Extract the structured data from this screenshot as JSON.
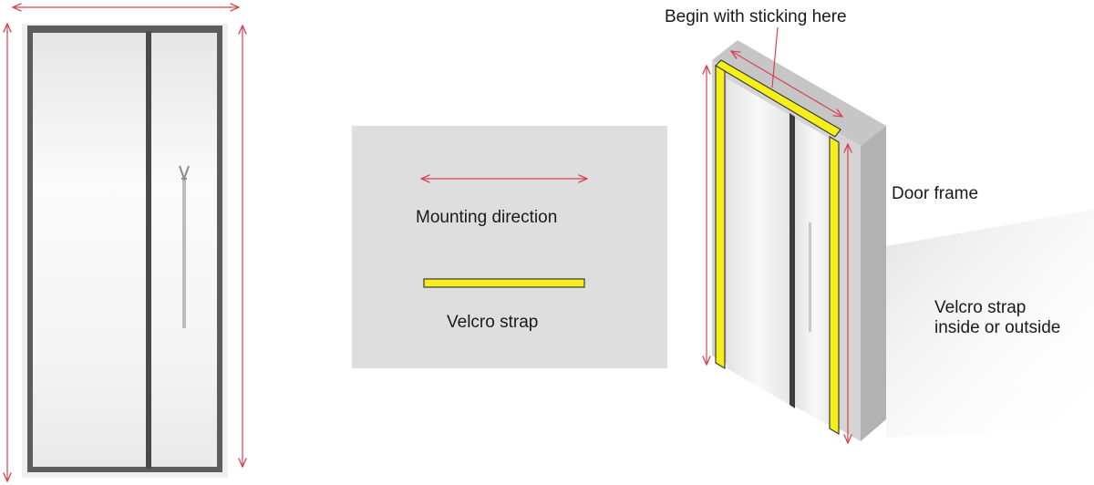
{
  "legend": {
    "mounting_direction": "Mounting direction",
    "velcro_strap": "Velcro strap"
  },
  "annotations": {
    "begin_sticking": "Begin with sticking here",
    "door_frame": "Door frame",
    "strap_position_line1": "Velcro strap",
    "strap_position_line2": "inside or outside"
  },
  "colors": {
    "dimension_arrow": "#d9404f",
    "velcro": "#f6ef1a",
    "frame_grey": "#d4d4d4",
    "legend_bg": "#dedede"
  }
}
